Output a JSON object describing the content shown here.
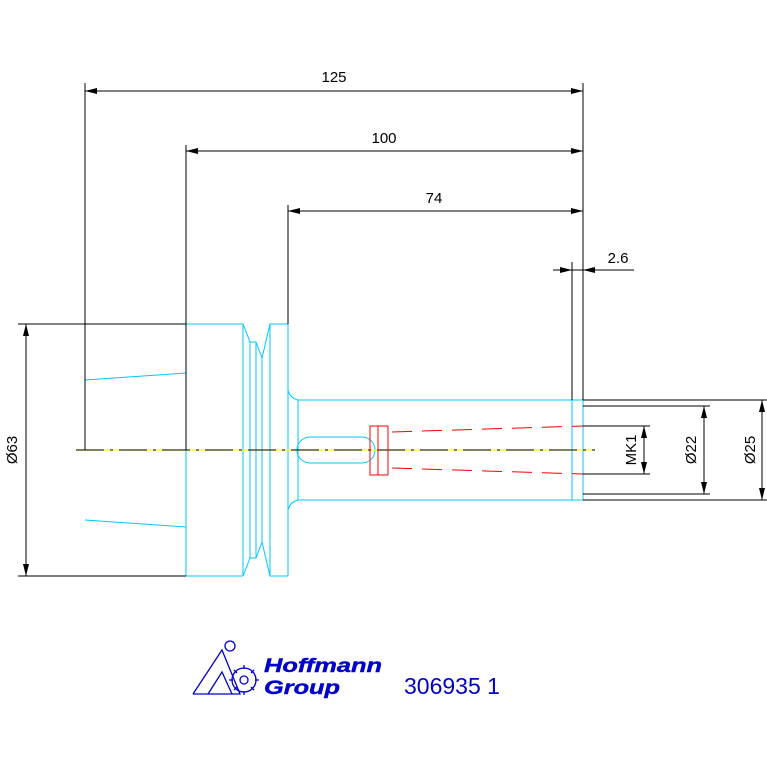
{
  "drawing": {
    "dimensions": {
      "overall_length": "125",
      "length_100": "100",
      "length_74": "74",
      "thickness": "2.6",
      "diameter_63": "Ø63",
      "morse_taper": "MK1",
      "diameter_22": "Ø22",
      "diameter_25": "Ø25"
    },
    "colors": {
      "outline": "#00c8ff",
      "dimension": "#000000",
      "centerline": "#ffff00",
      "hidden": "#ff0000",
      "brand": "#0000cc"
    }
  },
  "logo": {
    "line1": "Hoffmann",
    "line2": "Group",
    "icon": "hoffmann-group-logo-icon"
  },
  "part_number": "306935 1"
}
